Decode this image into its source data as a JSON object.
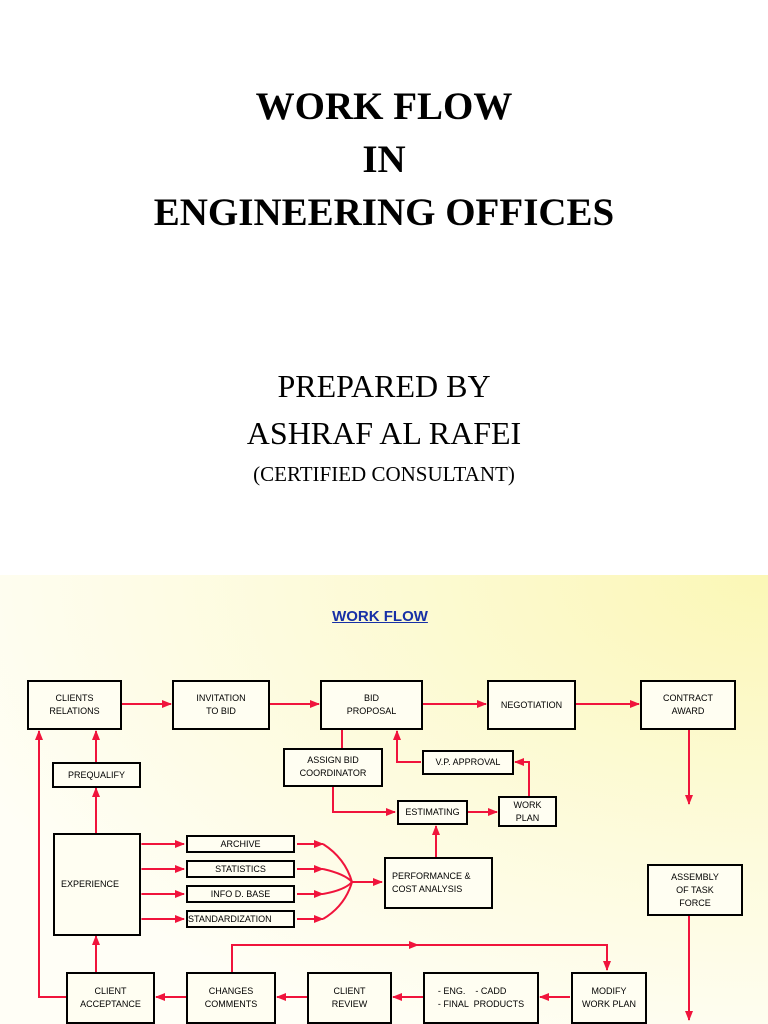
{
  "title": {
    "line1": "WORK FLOW",
    "line2": "IN",
    "line3": "ENGINEERING OFFICES"
  },
  "author": {
    "prepared_by": "PREPARED BY",
    "name": "ASHRAF AL RAFEI",
    "credential": "(CERTIFIED CONSULTANT)"
  },
  "workflow": {
    "heading": "WORK FLOW",
    "arrow_color": "#f0143c",
    "heading_color": "#1730a6",
    "boxes": {
      "clients_relations": "CLIENTS\nRELATIONS",
      "invitation_to_bid": "INVITATION\nTO BID",
      "bid_proposal": "BID\nPROPOSAL",
      "negotiation": "NEGOTIATION",
      "contract_award": "CONTRACT\nAWARD",
      "prequalify": "PREQUALIFY",
      "assign_bid_coordinator": "ASSIGN BID\nCOORDINATOR",
      "vp_approval": "V.P. APPROVAL",
      "estimating": "ESTIMATING",
      "work_plan": "WORK\nPLAN",
      "experience": "EXPERIENCE",
      "archive": "ARCHIVE",
      "statistics": "STATISTICS",
      "info_d_base": "INFO D. BASE",
      "standardization": "STANDARDIZATION",
      "performance_cost": "PERFORMANCE &\nCOST ANALYSIS",
      "assembly_task_force": "ASSEMBLY\nOF TASK\nFORCE",
      "client_acceptance": "CLIENT\nACCEPTANCE",
      "changes_comments": "CHANGES\nCOMMENTS",
      "client_review": "CLIENT\nREVIEW",
      "eng_products": "- ENG.    - CADD\n- FINAL  PRODUCTS",
      "modify_work_plan": "MODIFY\nWORK PLAN"
    }
  }
}
